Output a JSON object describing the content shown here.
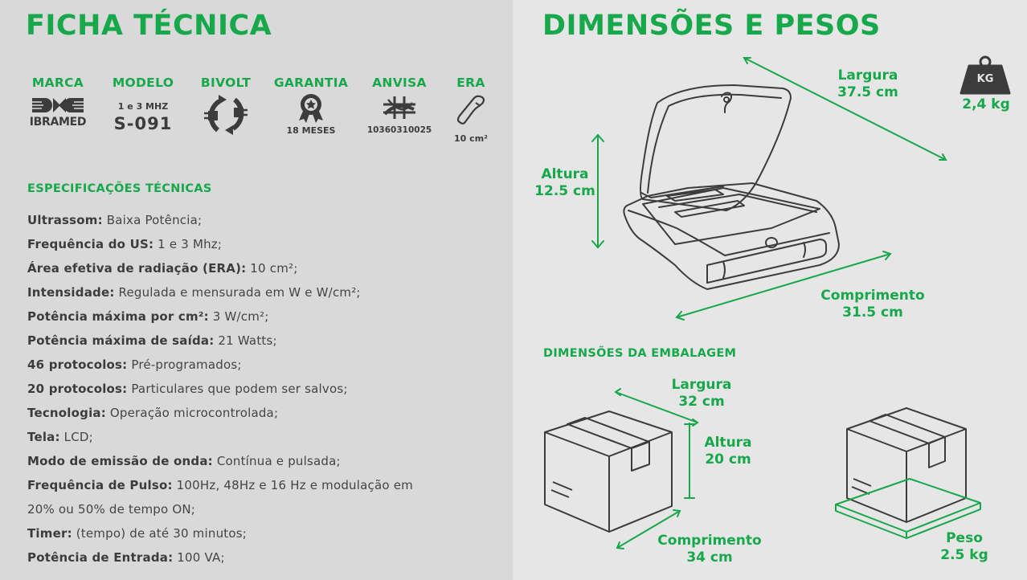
{
  "left": {
    "title": "FICHA TÉCNICA",
    "badges": [
      {
        "label": "MARCA",
        "value": "IBRAMED",
        "icon": "ibramed-logo"
      },
      {
        "label": "MODELO",
        "value": "1 e 3 MHZ",
        "value2": "S-091"
      },
      {
        "label": "BIVOLT",
        "icon": "bivolt-plug-icon"
      },
      {
        "label": "GARANTIA",
        "value": "18 MESES",
        "icon": "warranty-medal-icon"
      },
      {
        "label": "ANVISA",
        "value": "10360310025",
        "icon": "anvisa-icon"
      },
      {
        "label": "ERA",
        "value": "10 cm²",
        "icon": "transducer-icon"
      }
    ],
    "spec_title": "ESPECIFICAÇÕES TÉCNICAS",
    "specs": [
      {
        "k": "Ultrassom:",
        "v": " Baixa Potência;"
      },
      {
        "k": "Frequência do US:",
        "v": " 1 e 3 Mhz;"
      },
      {
        "k": "Área efetiva de radiação (ERA):",
        "v": " 10 cm²;"
      },
      {
        "k": "Intensidade:",
        "v": " Regulada e mensurada em W e W/cm²;"
      },
      {
        "k": "Potência máxima por cm²:",
        "v": " 3 W/cm²;"
      },
      {
        "k": "Potência máxima de saída:",
        "v": " 21 Watts;"
      },
      {
        "k": "46 protocolos:",
        "v": " Pré-programados;"
      },
      {
        "k": "20 protocolos:",
        "v": " Particulares que podem ser salvos;"
      },
      {
        "k": "Tecnologia:",
        "v": " Operação microcontrolada;"
      },
      {
        "k": "Tela:",
        "v": " LCD;"
      },
      {
        "k": "Modo de emissão de onda:",
        "v": " Contínua e pulsada;"
      },
      {
        "k": "Frequência de Pulso:",
        "v": " 100Hz, 48Hz e 16 Hz e modulação em"
      },
      {
        "k": "",
        "v": "20% ou 50% de tempo ON;"
      },
      {
        "k": "Timer:",
        "v": " (tempo) de até 30 minutos;"
      },
      {
        "k": "Potência de Entrada:",
        "v": " 100 VA;"
      }
    ]
  },
  "right": {
    "title": "DIMENSÕES E PESOS",
    "device": {
      "largura_label": "Largura",
      "largura_value": "37.5  cm",
      "altura_label": "Altura",
      "altura_value": "12.5 cm",
      "comprimento_label": "Comprimento",
      "comprimento_value": "31.5  cm",
      "weight_icon_text": "KG",
      "weight_value": "2,4 kg"
    },
    "package_title": "DIMENSÕES DA EMBALAGEM",
    "package": {
      "largura_label": "Largura",
      "largura_value": "32 cm",
      "altura_label": "Altura",
      "altura_value": "20 cm",
      "comprimento_label": "Comprimento",
      "comprimento_value": "34 cm",
      "peso_label": "Peso",
      "peso_value": "2.5 kg"
    },
    "colors": {
      "accent": "#16a84a",
      "line": "#3c3c3c"
    }
  }
}
